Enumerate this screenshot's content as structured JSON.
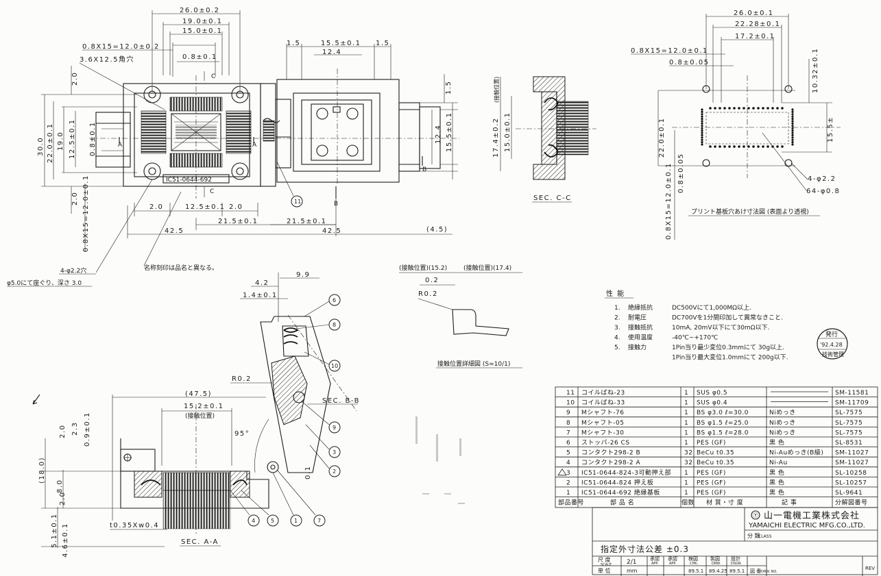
{
  "top_left_view": {
    "dims": {
      "overall_width": "26.0±0.2",
      "inner_19": "19.0±0.1",
      "inner_15": "15.0±0.1",
      "pitch_row": "0.8X15=12.0±0.2",
      "slot": "3.6X12.5角穴",
      "pitch_08": "0.8±0.1",
      "section_c_top": "C",
      "left_2_top": "2.0",
      "height_30": "30.0",
      "height_22": "22.0±0.1",
      "height_19": "19.0",
      "height_125": "12.5±0.1",
      "height_08": "0.8±0.1",
      "left_2_bottom": "2.0",
      "left_pitch": "0.8X15=12.0±0.1",
      "bottom_20a": "2.0",
      "bottom_125": "12.5±0.1",
      "bottom_20b": "2.0",
      "section_c_bottom": "C",
      "a_left": "A",
      "a_right": "A",
      "half_215a": "21.5±0.1",
      "half_215b": "21.5±0.1",
      "total_425a": "42.5",
      "total_425b": "42.5",
      "ext_45": "(4.5)",
      "holes": "4-φ2.2穴",
      "counterbore": "φ5.0にて座ぐり、深さ 3.0",
      "name_note": "名称刻印は品名と異なる。",
      "part_mark": "IC51-0644-692"
    }
  },
  "top_mid_view": {
    "dims": {
      "d_15a": "1.5",
      "d_155": "15.5±0.1",
      "d_15b": "1.5",
      "d_124": "12.4",
      "d_15r": "1.5",
      "d_124v": "12.4",
      "d_155v": "15.5±0.1",
      "b_top": "B",
      "b_bottom": "B"
    }
  },
  "sec_cc": {
    "title": "SEC. C-C",
    "dims": {
      "contact_pos": "(接触位置)",
      "h174": "17.4±0.2",
      "h150": "15.0±0.1"
    }
  },
  "pcb_view": {
    "dims": {
      "w26": "26.0±0.1",
      "w2228": "22.28±0.1",
      "w172": "17.2±0.1",
      "pitch": "0.8X15=12.0±0.1",
      "p08": "0.8±0.05",
      "h1032": "10.32±0.1",
      "h22": "22.0±0.1",
      "h155": "15.5±",
      "p08v": "0.8±0.05",
      "pitchv": "0.8X15=12.0±0.1",
      "holes4": "4-φ2.2",
      "holes64": "64-φ0.8"
    },
    "caption": "プリント基板穴あけ寸法図 (表面より透視)"
  },
  "contact_detail": {
    "pos_a": "(接触位置)(15.2)",
    "pos_b": "(接触位置)(17.4)",
    "d02": "0.2",
    "r02": "R0.2",
    "caption": "接触位置詳細図 (S=10/1)"
  },
  "sec_aa": {
    "title": "SEC. A-A",
    "dims": {
      "d42": "4.2",
      "d99": "9.9",
      "d14": "1.4±0.1",
      "r02": "R0.2",
      "d475": "(47.5)",
      "d152": "15.2±0.1",
      "contact": "(接触位置)",
      "ang": "95°",
      "d20": "2.0",
      "d23": "2.3",
      "d09": "0.9±0.1",
      "d18": "(18.0)",
      "d80": "8.0",
      "d20b": "2.0",
      "d51": "5.1±0.1",
      "d46": "4.6±0.1",
      "t035": "t0.35Xw0.4",
      "d01": "0.1",
      "secbb": "SEC. B-B"
    },
    "balloons": [
      "6",
      "8",
      "10",
      "9",
      "3",
      "2",
      "1",
      "7",
      "5",
      "4",
      "11"
    ]
  },
  "performance": {
    "title": "性 能",
    "items": [
      {
        "no": "1.",
        "name": "絶縁抵抗",
        "value": "DC500Vにて1,000MΩ以上."
      },
      {
        "no": "2.",
        "name": "耐電圧",
        "value": "DC700Vを1分間印加して異常なきこと."
      },
      {
        "no": "3.",
        "name": "接触抵抗",
        "value": "10mA, 20mV以下にて30mΩ以下."
      },
      {
        "no": "4.",
        "name": "使用温度",
        "value": "-40℃~+170℃"
      },
      {
        "no": "5.",
        "name": "接触力",
        "value": "1Pin当り最少変位0.3mmにて 30g以上."
      },
      {
        "no": "",
        "name": "",
        "value": "1Pin当り最大変位1.0mmにて 200g以下."
      }
    ]
  },
  "stamp": {
    "line1": "発行",
    "line2": "'92.4.28",
    "line3": "技術管理"
  },
  "parts_table": {
    "rows": [
      {
        "no": "11",
        "name": "コイルばね-23",
        "qty": "1",
        "mat": "SUS φ0.5",
        "note": "",
        "code": "SM-11581"
      },
      {
        "no": "10",
        "name": "コイルばね-33",
        "qty": "1",
        "mat": "SUS φ0.4",
        "note": "",
        "code": "SM-11709"
      },
      {
        "no": "9",
        "name": "Mシャフト-76",
        "qty": "1",
        "mat": "BS φ3.0 ℓ=30.0",
        "note": "Niめっき",
        "code": "SL-7575"
      },
      {
        "no": "8",
        "name": "Mシャフト-05",
        "qty": "1",
        "mat": "BS φ1.5 ℓ=25.0",
        "note": "Niめっき",
        "code": "SL-7575"
      },
      {
        "no": "7",
        "name": "Mシャフト-30",
        "qty": "1",
        "mat": "BS φ1.5 ℓ=28.0",
        "note": "Niめっき",
        "code": "SL-7575"
      },
      {
        "no": "6",
        "name": "ストッパ-26 CS",
        "qty": "1",
        "mat": "PES (GF)",
        "note": "黒 色",
        "code": "SL-8531"
      },
      {
        "no": "5",
        "name": "コンタクト298-2 B",
        "qty": "32",
        "mat": "BeCu t0.35",
        "note": "Ni-Auめっき(B級)",
        "code": "SM-11027"
      },
      {
        "no": "4",
        "name": "コンタクト298-2 A",
        "qty": "32",
        "mat": "BeCu t0.35",
        "note": "Ni-Au",
        "code": "SM-11027"
      },
      {
        "no": "3",
        "name": "IC51-0644-824-3可動押え部",
        "qty": "1",
        "mat": "PES (GF)",
        "note": "黒 色",
        "code": "SL-10258"
      },
      {
        "no": "2",
        "name": "IC51-0644-824 押え板",
        "qty": "1",
        "mat": "PES (GF)",
        "note": "黒 色",
        "code": "SL-10257"
      },
      {
        "no": "1",
        "name": "IC51-0644-692 絶縁基板",
        "qty": "1",
        "mat": "PES (GF)",
        "note": "黒 色",
        "code": "SL-9641"
      }
    ],
    "header": {
      "no": "部品番号",
      "name": "部 品 名",
      "qty": "個数",
      "mat": "材 質・寸 度",
      "note": "記 事",
      "code": "分解図番号"
    }
  },
  "title_block": {
    "company_jp": "山一電機工業株式会社",
    "company_en": "YAMAICHI ELECTRIC MFG.CO.,LTD.",
    "class_label": "分 類",
    "class_en": "CLASS",
    "tolerance": "指定外寸法公差 ±0.3",
    "scale_label": "尺 度",
    "scale_en": "SCALE",
    "scale_value": "2/1",
    "unit_label": "単 位",
    "unit_value": "mm",
    "app1": "承認",
    "app1_en": "APP.",
    "app2": "承認",
    "app2_en": "APP.",
    "chk": "検図",
    "chk_en": "CHK.",
    "drw": "製図",
    "drw_en": "DRW.",
    "dsgn": "設計",
    "dsgn_en": "DSGN.",
    "date1": "89.5.1",
    "date2": "89.4.25",
    "date3": "89.5.1",
    "drw_no": "図 番",
    "drw_no_en": "DRW. NO.",
    "rev": "REV"
  }
}
